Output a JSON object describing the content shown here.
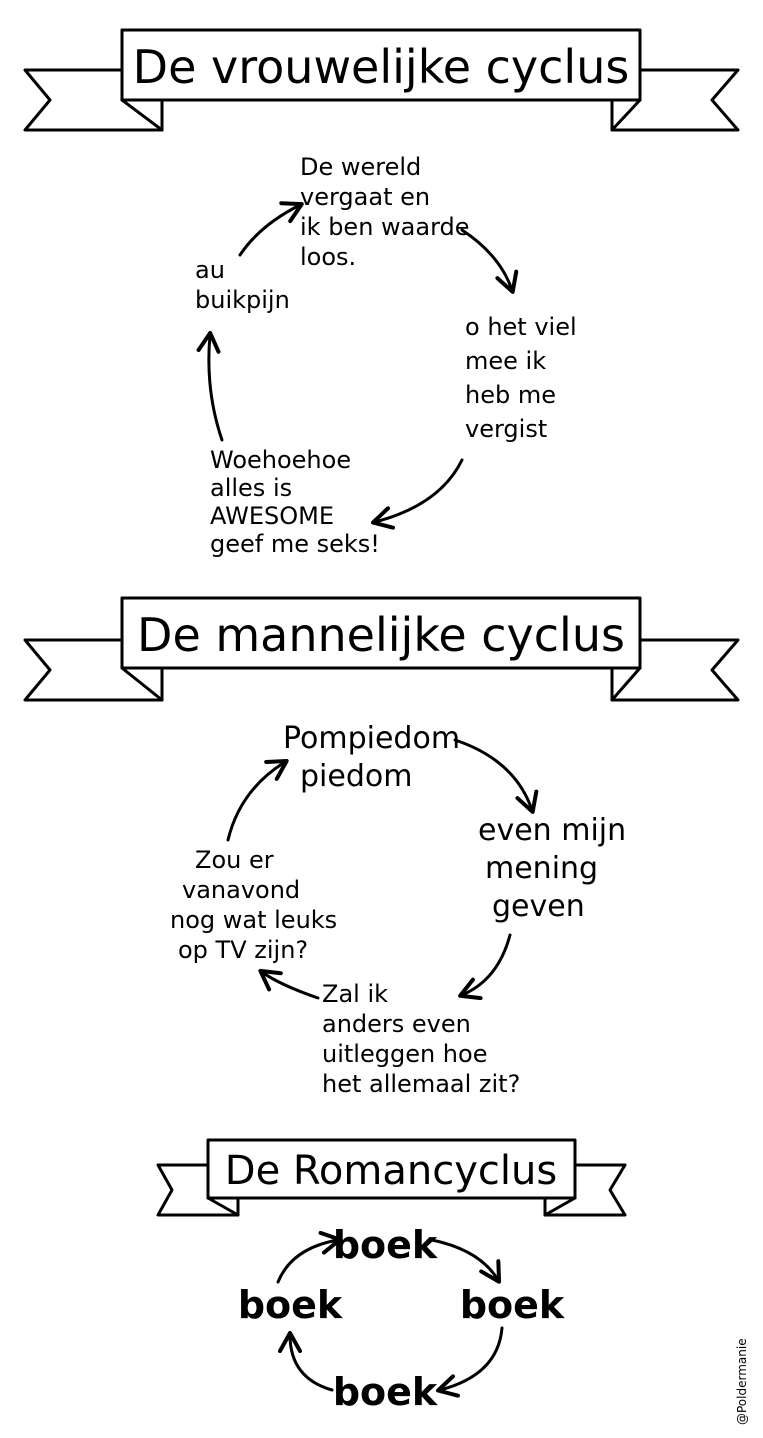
{
  "cycles": [
    {
      "title": "De vrouwelijke cyclus",
      "nodes": [
        {
          "lines": [
            "De wereld",
            "vergaat en",
            "ik ben waarde",
            "loos."
          ]
        },
        {
          "lines": [
            "o het viel",
            "mee ik",
            "heb me",
            "vergist"
          ]
        },
        {
          "lines": [
            "Woehoehoe",
            "alles is",
            "AWESOME",
            "geef me seks!"
          ]
        },
        {
          "lines": [
            "au",
            "buikpijn"
          ]
        }
      ]
    },
    {
      "title": "De mannelijke cyclus",
      "nodes": [
        {
          "lines": [
            "Pompiedom",
            "piedom"
          ]
        },
        {
          "lines": [
            "even mijn",
            "mening",
            "geven"
          ]
        },
        {
          "lines": [
            "Zal ik",
            "anders even",
            "uitleggen hoe",
            "het allemaal zit?"
          ]
        },
        {
          "lines": [
            "Zou er",
            "vanavond",
            "nog wat leuks",
            "op TV zijn?"
          ]
        }
      ]
    },
    {
      "title": "De Romancyclus",
      "nodes": [
        {
          "lines": [
            "boek"
          ]
        },
        {
          "lines": [
            "boek"
          ]
        },
        {
          "lines": [
            "boek"
          ]
        },
        {
          "lines": [
            "boek"
          ]
        }
      ]
    }
  ],
  "credit": "@Poldermanie"
}
